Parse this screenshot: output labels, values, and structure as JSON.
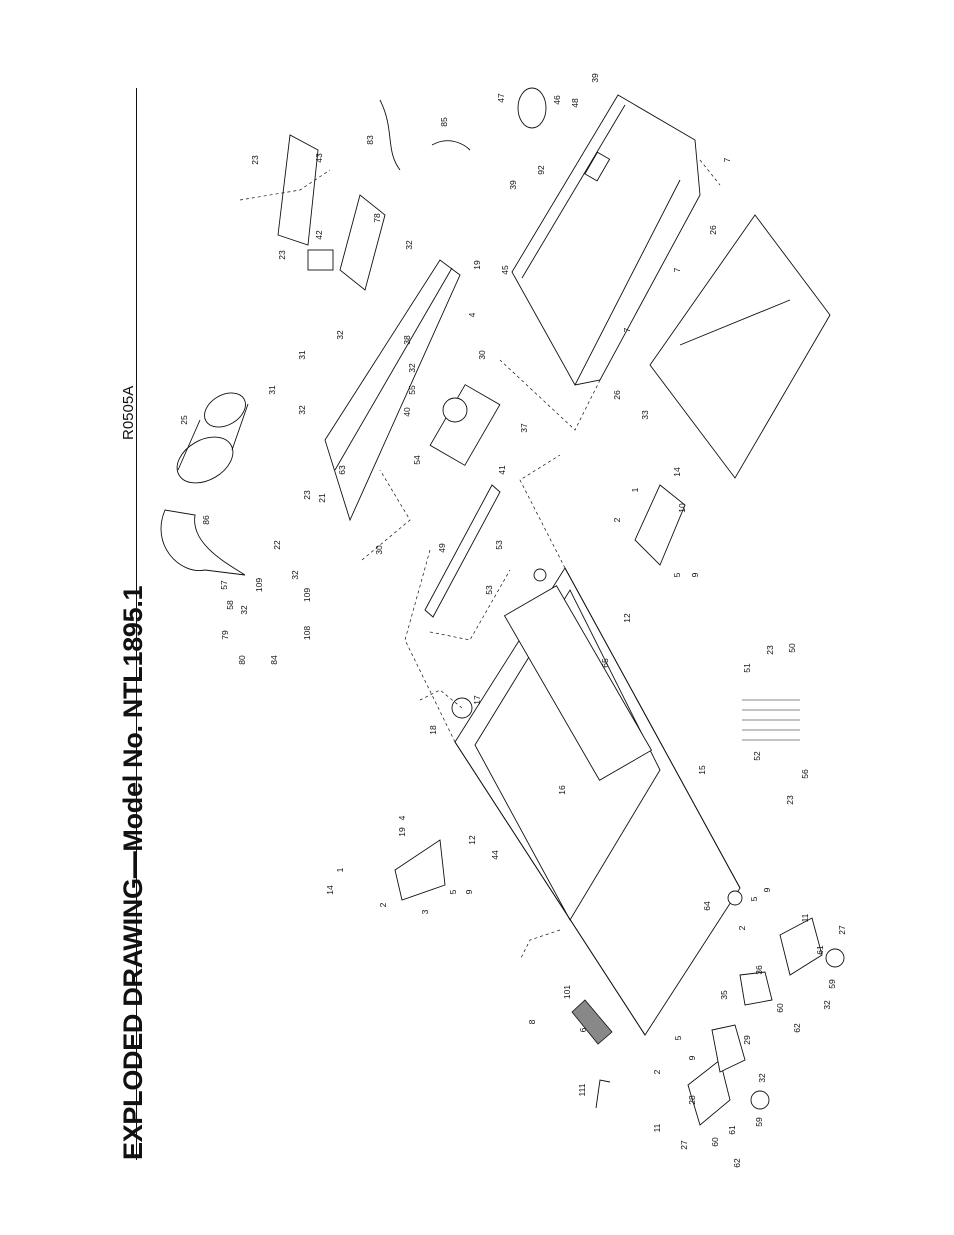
{
  "title": "EXPLODED DRAWING—Model No. NTL1895.1",
  "drawing_code": "R0505A",
  "callouts": [
    "1",
    "2",
    "3",
    "4",
    "5",
    "6",
    "7",
    "8",
    "9",
    "10",
    "11",
    "12",
    "14",
    "15",
    "16",
    "17",
    "18",
    "19",
    "21",
    "22",
    "23",
    "25",
    "26",
    "27",
    "28",
    "29",
    "30",
    "31",
    "32",
    "33",
    "35",
    "36",
    "37",
    "38",
    "39",
    "40",
    "41",
    "42",
    "43",
    "44",
    "45",
    "46",
    "47",
    "48",
    "49",
    "50",
    "51",
    "52",
    "53",
    "54",
    "55",
    "56",
    "57",
    "58",
    "59",
    "60",
    "61",
    "62",
    "63",
    "64",
    "65",
    "78",
    "79",
    "80",
    "83",
    "84",
    "85",
    "86",
    "92",
    "101",
    "108",
    "109",
    "111"
  ]
}
